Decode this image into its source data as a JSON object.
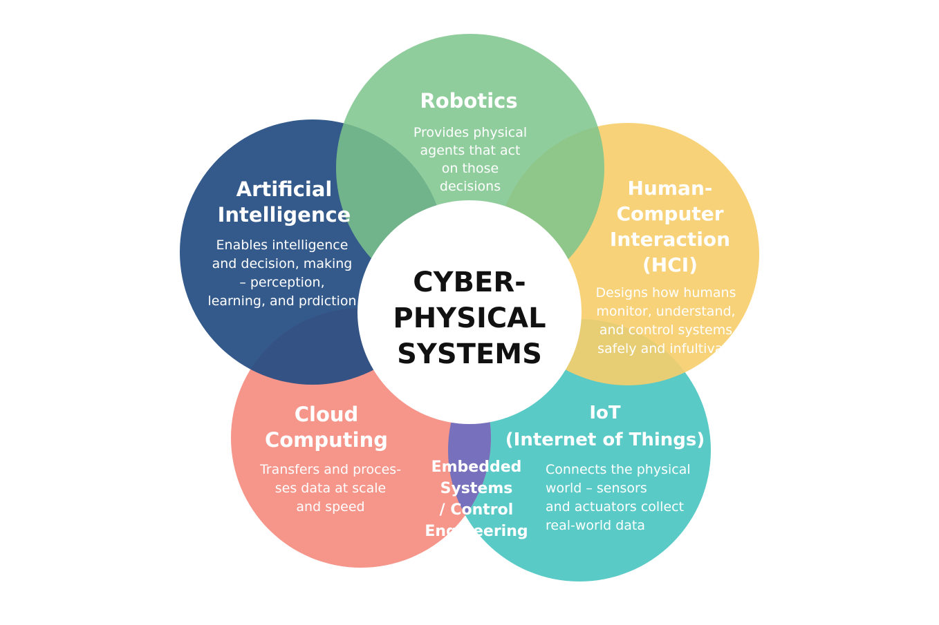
{
  "center": {
    "title_lines": [
      "CYBER-",
      "PHYSICAL",
      "SYSTEMS"
    ]
  },
  "domains": {
    "robotics": {
      "title_lines": [
        "Robotics"
      ],
      "desc_lines": [
        "Provides physical",
        "agents that act",
        "on those",
        "decisions"
      ],
      "color": "#7cc48c"
    },
    "ai": {
      "title_lines": [
        "Artificial",
        "Intelligence"
      ],
      "desc_lines": [
        "Enables intelligence",
        "and decision, making",
        "– perception,",
        "learning, and prdiction"
      ],
      "color": "#234c82"
    },
    "hci": {
      "title_lines": [
        "Human-",
        "Computer",
        "Interaction",
        "(HCI)"
      ],
      "desc_lines": [
        "Designs how humans",
        "monitor, understand,",
        "and control systems",
        "safely and infultivaly"
      ],
      "color": "#f6cd6a"
    },
    "cloud": {
      "title_lines": [
        "Cloud",
        "Computing"
      ],
      "desc_lines": [
        "Transfers and proces-",
        "ses data at scale",
        "and speed"
      ],
      "color": "#f58c80"
    },
    "iot": {
      "title_lines": [
        "IoT",
        "(Internet of Things)"
      ],
      "desc_lines": [
        "Connects the physical",
        "world  –  sensors",
        "and actuators collect",
        "real-world data"
      ],
      "color": "#4cc6c2"
    },
    "embedded": {
      "title_lines": [
        "Embedded",
        "Systems",
        "/ Control",
        "Engineering"
      ],
      "color": "#7670bd"
    }
  }
}
